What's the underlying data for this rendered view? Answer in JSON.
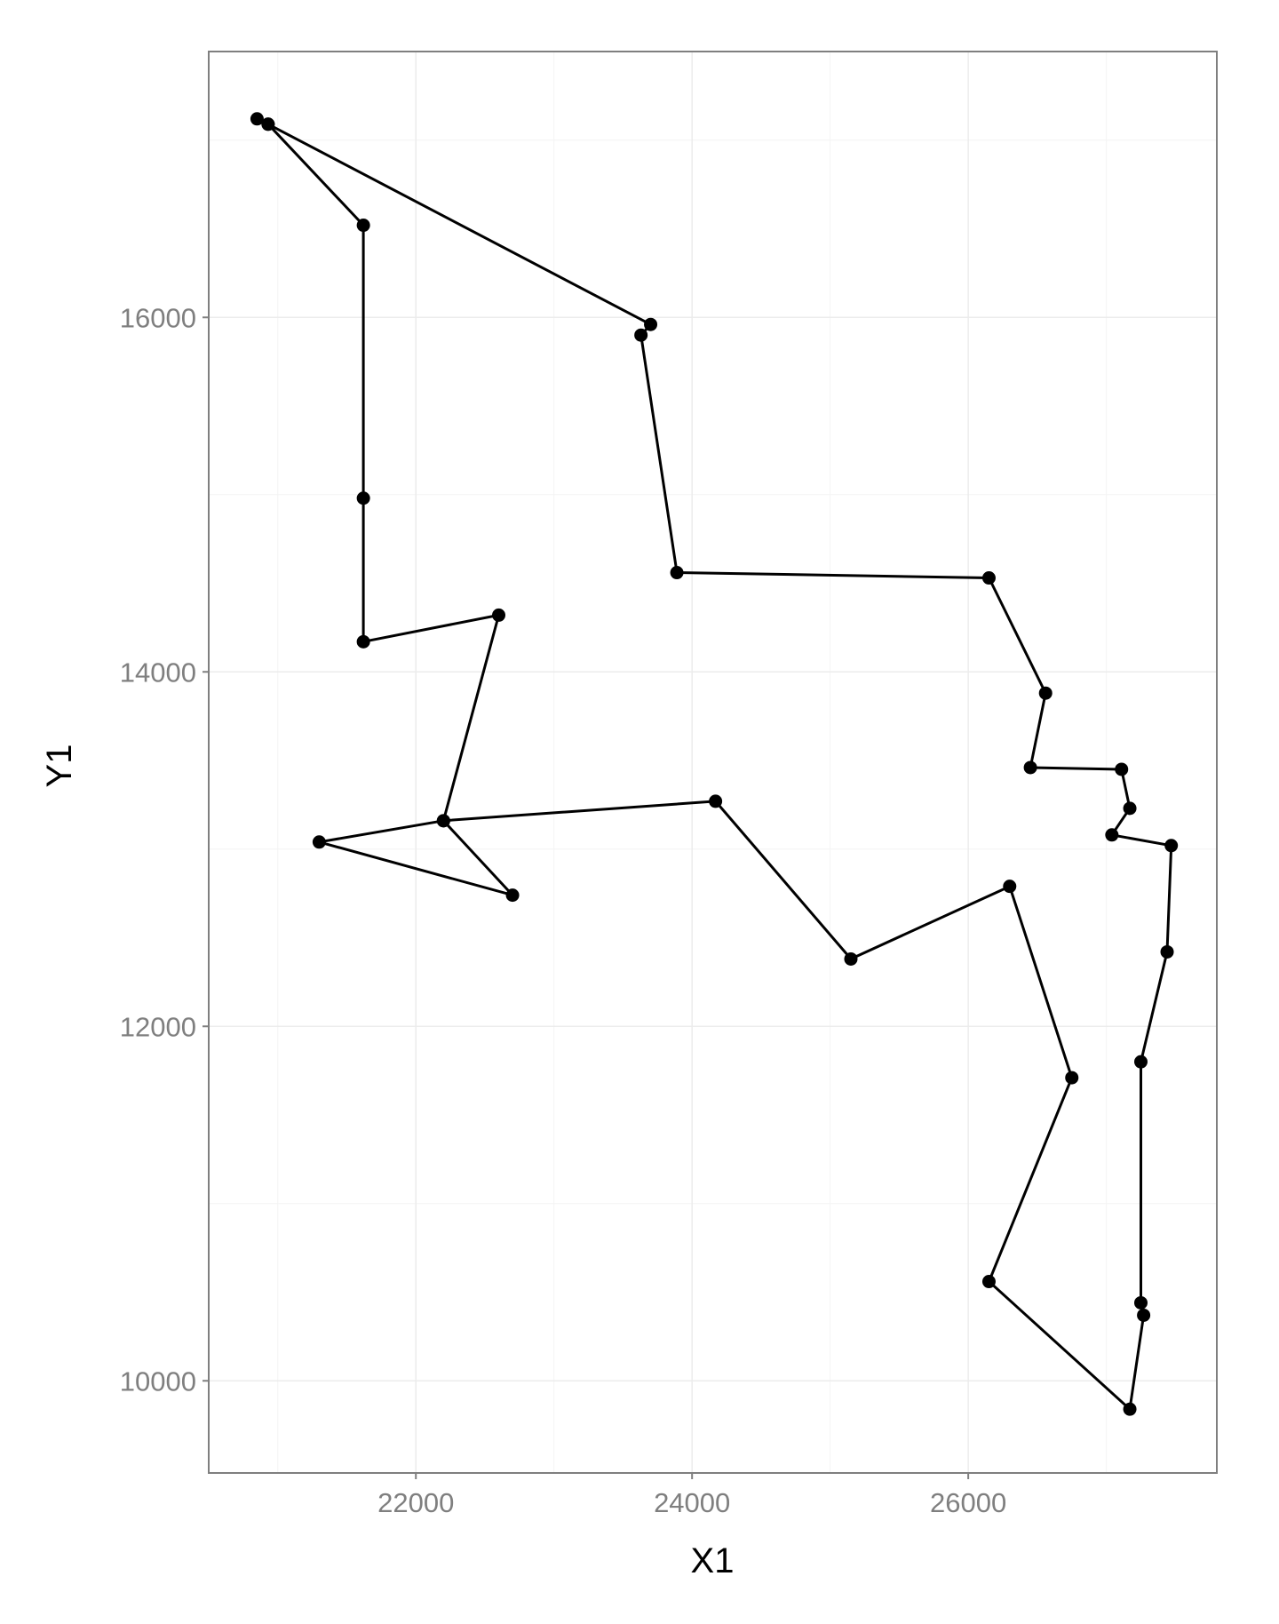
{
  "chart_data": {
    "type": "line",
    "title": "",
    "xlabel": "X1",
    "ylabel": "Y1",
    "xlim": [
      20500,
      27800
    ],
    "ylim": [
      9480,
      17500
    ],
    "x_ticks": [
      22000,
      24000,
      26000
    ],
    "y_ticks": [
      10000,
      12000,
      14000,
      16000
    ],
    "x_tick_labels": [
      "22000",
      "24000",
      "26000"
    ],
    "y_tick_labels": [
      "10000",
      "12000",
      "14000",
      "16000"
    ],
    "x_minor_gridlines": [
      21000,
      23000,
      25000,
      27000
    ],
    "y_minor_gridlines": [
      11000,
      13000,
      15000,
      17000
    ],
    "grid": true,
    "line_color": "#000000",
    "point_color": "#000000",
    "series": [
      {
        "points": [
          [
            20850,
            17120
          ],
          [
            20930,
            17090
          ],
          [
            21620,
            16520
          ],
          [
            21620,
            14980
          ],
          [
            21620,
            14170
          ],
          [
            22600,
            14320
          ],
          [
            22200,
            13160
          ],
          [
            21300,
            13040
          ],
          [
            22700,
            12740
          ],
          [
            22200,
            13160
          ],
          [
            24170,
            13270
          ],
          [
            25150,
            12380
          ],
          [
            26300,
            12790
          ],
          [
            26750,
            11710
          ],
          [
            26150,
            10560
          ],
          [
            27170,
            9840
          ],
          [
            27270,
            10370
          ],
          [
            27250,
            10440
          ],
          [
            27250,
            11800
          ],
          [
            27440,
            12420
          ],
          [
            27470,
            13020
          ],
          [
            27040,
            13080
          ],
          [
            27170,
            13230
          ],
          [
            27110,
            13450
          ],
          [
            26450,
            13460
          ],
          [
            26560,
            13880
          ],
          [
            26150,
            14530
          ],
          [
            23890,
            14560
          ],
          [
            23630,
            15900
          ],
          [
            23700,
            15960
          ],
          [
            20930,
            17090
          ]
        ]
      }
    ]
  }
}
